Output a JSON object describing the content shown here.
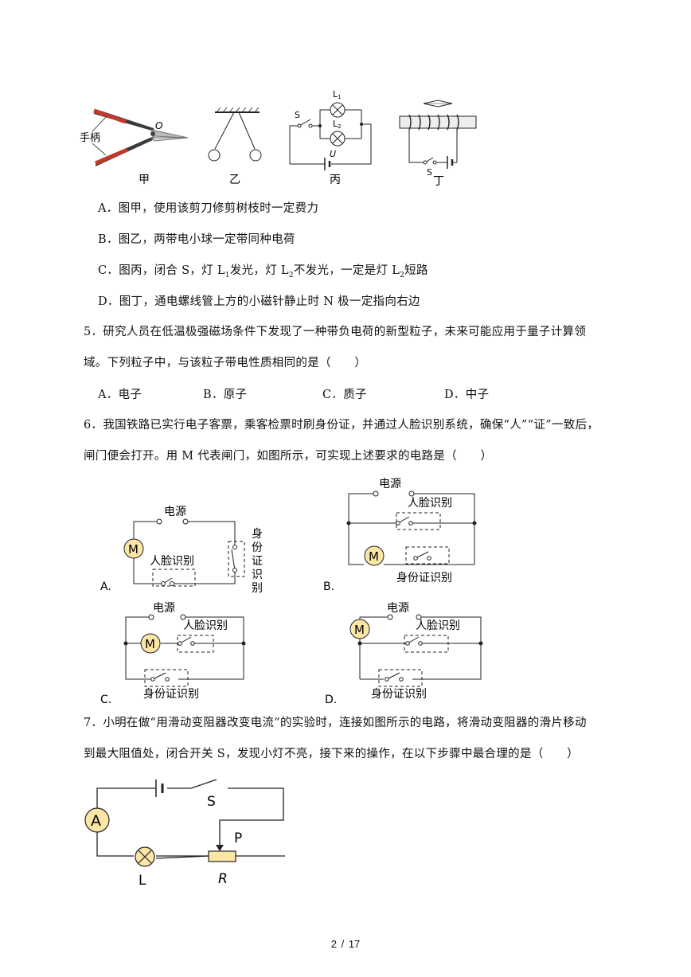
{
  "page": {
    "current": "2",
    "total": "17",
    "sep": "/"
  },
  "q4": {
    "figures": {
      "jia": {
        "caption": "甲",
        "handle": "手柄",
        "pivot": "O"
      },
      "yi": {
        "caption": "乙"
      },
      "bing": {
        "caption": "丙",
        "switch": "S",
        "lamp1": "L",
        "lamp1_sub": "1",
        "lamp2": "L",
        "lamp2_sub": "2",
        "source": "U"
      },
      "ding": {
        "caption": "丁",
        "switch": "S"
      }
    },
    "options": [
      "A．图甲，使用该剪刀修剪树枝时一定费力",
      "B．图乙，两带电小球一定带同种电荷",
      "D．图丁，通电螺线管上方的小磁针静止时 N 极一定指向右边"
    ],
    "option_c": {
      "p1": "C．图丙，闭合 S，灯 L",
      "s1": "1",
      "p2": "发光，灯 L",
      "s2": "2",
      "p3": "不发光，一定是灯 L",
      "s3": "2",
      "p4": "短路"
    }
  },
  "q5": {
    "stem_line1": "5．研究人员在低温极强磁场条件下发现了一种带负电荷的新型粒子，未来可能应用于量子计算领",
    "stem_line2": "域。下列粒子中，与该粒子带电性质相同的是（　　）",
    "options": [
      "A．电子",
      "B．原子",
      "C．质子",
      "D．中子"
    ]
  },
  "q6": {
    "stem_line1": "6．我国铁路已实行电子客票，乘客检票时刷身份证，并通过人脸识别系统，确保“人”“证”一致后，",
    "stem_line2": "闸门便会打开。用 M 代表闸门，如图所示，可实现上述要求的电路是（　　）",
    "circuits": {
      "A": {
        "letter": "A.",
        "power": "电源",
        "face": "人脸识别",
        "id_chars": [
          "身",
          "份",
          "证",
          "识",
          "别"
        ],
        "motor": "M"
      },
      "B": {
        "letter": "B.",
        "power": "电源",
        "face": "人脸识别",
        "id": "身份证识别",
        "motor": "M"
      },
      "C": {
        "letter": "C.",
        "power": "电源",
        "face": "人脸识别",
        "id": "身份证识别",
        "motor": "M"
      },
      "D": {
        "letter": "D.",
        "power": "电源",
        "face": "人脸识别",
        "id": "身份证识别",
        "motor": "M"
      }
    }
  },
  "q7": {
    "stem_line1": "7．小明在做“用滑动变阻器改变电流”的实验时，连接如图所示的电路，将滑动变阻器的滑片移动",
    "stem_line2": "到最大阻值处，闭合开关 S，发现小灯不亮，接下来的操作，在以下步骤中最合理的是（　　）",
    "figure": {
      "ammeter": "A",
      "switch": "S",
      "slider": "P",
      "lamp": "L",
      "rheostat": "R"
    }
  }
}
